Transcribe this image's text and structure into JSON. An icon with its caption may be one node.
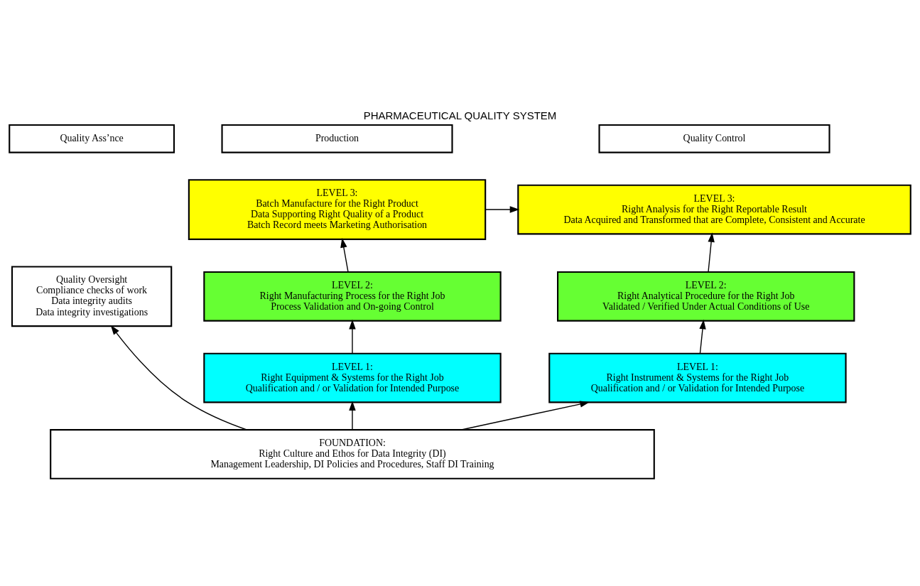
{
  "diagram": {
    "title": "PHARMACEUTICAL QUALITY SYSTEM",
    "nodes": [
      {
        "text": [
          "Quality Ass’nce"
        ]
      },
      {
        "text": [
          "Production"
        ]
      },
      {
        "text": [
          "Quality Control"
        ]
      },
      {
        "text": [
          "Quality Oversight",
          "Compliance checks of work",
          "Data integrity audits",
          "Data integrity investigations"
        ]
      },
      {
        "text": [
          "LEVEL 3:",
          "Batch Manufacture for the Right Product",
          "Data Supporting Right Quality of a Product",
          "Batch Record meets Marketing Authorisation"
        ]
      },
      {
        "text": [
          "LEVEL 3:",
          "Right Analysis for the Right Reportable Result",
          "Data Acquired and Transformed that are Complete, Consistent and Accurate"
        ]
      },
      {
        "text": [
          "LEVEL 2:",
          "Right Manufacturing Process for the Right Job",
          "Process Validation and On-going Control"
        ]
      },
      {
        "text": [
          "LEVEL 2:",
          "Right Analytical Procedure for the Right Job",
          "Validated / Verified Under Actual Conditions of Use"
        ]
      },
      {
        "text": [
          "LEVEL 1:",
          "Right Equipment & Systems for the Right Job",
          "Qualification and / or Validation for Intended Purpose"
        ]
      },
      {
        "text": [
          "LEVEL 1:",
          "Right Instrument & Systems for the Right Job",
          "Qualification and / or Validation for Intended Purpose"
        ]
      },
      {
        "text": [
          "FOUNDATION:",
          "Right Culture and Ethos for Data Integrity (DI)",
          "Management Leadership, DI Policies and Procedures, Staff DI Training"
        ]
      }
    ],
    "edges": [
      {
        "from": 4,
        "to": 5,
        "arrow": "to"
      },
      {
        "from": 6,
        "to": 4,
        "arrow": "to"
      },
      {
        "from": 7,
        "to": 5,
        "arrow": "to"
      },
      {
        "from": 8,
        "to": 6,
        "arrow": "to"
      },
      {
        "from": 9,
        "to": 7,
        "arrow": "to"
      },
      {
        "from": 10,
        "to": 3,
        "arrow": "to"
      },
      {
        "from": 10,
        "to": 8,
        "arrow": "to"
      },
      {
        "from": 10,
        "to": 9,
        "arrow": "to"
      }
    ]
  }
}
